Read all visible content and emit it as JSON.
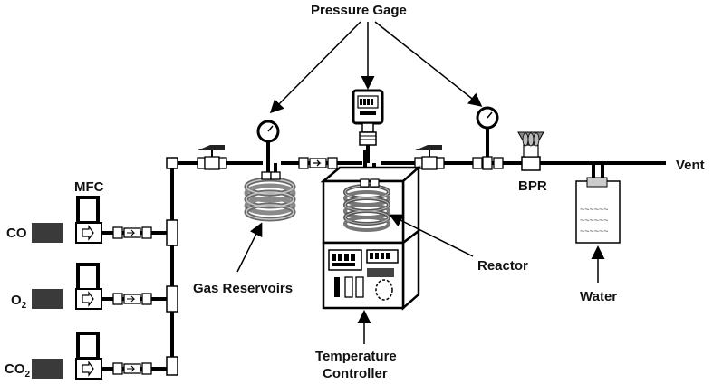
{
  "labels": {
    "pressure_gage": "Pressure Gage",
    "mfc": "MFC",
    "co": "CO",
    "o2_base": "O",
    "o2_sub": "2",
    "co2_base": "CO",
    "co2_sub": "2",
    "gas_reservoirs": "Gas Reservoirs",
    "reactor": "Reactor",
    "temperature": "Temperature",
    "controller": "Controller",
    "bpr": "BPR",
    "vent": "Vent",
    "water": "Water"
  },
  "colors": {
    "line": "#000000",
    "coil": "#9a9a9a",
    "dark": "#3a3a3a",
    "panel": "#d8d8d8"
  }
}
